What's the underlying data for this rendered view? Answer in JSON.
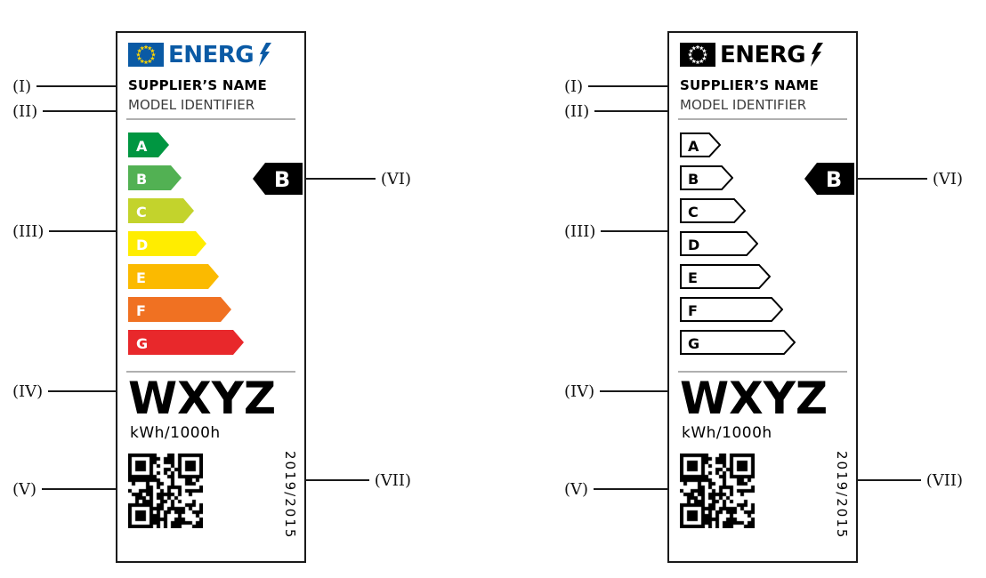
{
  "figure": {
    "callouts": [
      "(I)",
      "(II)",
      "(III)",
      "(IV)",
      "(V)",
      "(VI)",
      "(VII)"
    ]
  },
  "label": {
    "logo_text": "ENERG",
    "supplier_name": "SUPPLIER’S NAME",
    "model_identifier": "MODEL IDENTIFIER",
    "energy_classes": [
      "A",
      "B",
      "C",
      "D",
      "E",
      "F",
      "G"
    ],
    "selected_class": "B",
    "consumption_value": "WXYZ",
    "consumption_unit": "kWh/1000h",
    "regulation_reference": "2019/2015"
  },
  "colors": {
    "logo_blue": "#0a5aa5",
    "flag_star_yellow": "#ffd500",
    "mono_black": "#000000",
    "selected_arrow_black": "#000000",
    "class_colors": {
      "A": "#009641",
      "B": "#52b153",
      "C": "#c3d32c",
      "D": "#ffed00",
      "E": "#fbba00",
      "F": "#f07122",
      "G": "#e8282b"
    }
  }
}
